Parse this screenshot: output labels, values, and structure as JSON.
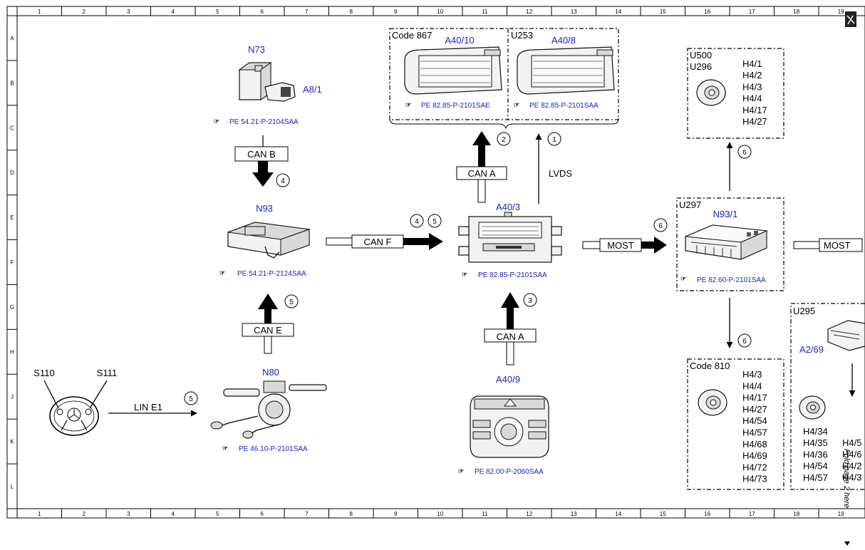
{
  "grid": {
    "columns": [
      "1",
      "2",
      "3",
      "4",
      "5",
      "6",
      "7",
      "8",
      "9",
      "10",
      "11",
      "12",
      "13",
      "14",
      "15",
      "16",
      "17",
      "18",
      "19"
    ],
    "rows": [
      "A",
      "B",
      "C",
      "D",
      "E",
      "F",
      "G",
      "H",
      "J",
      "K",
      "L"
    ]
  },
  "components": {
    "n73": {
      "code": "N73",
      "sub": "A8/1",
      "ref": "PE 54.21-P-2104SAA"
    },
    "n93": {
      "code": "N93",
      "ref": "PE 54.21-P-2124SAA"
    },
    "n80": {
      "code": "N80",
      "ref": "PE 46.10-P-2101SAA"
    },
    "wheel": {
      "left": "S110",
      "right": "S111"
    },
    "a40_10": {
      "code": "A40/10",
      "option": "Code 867",
      "ref": "PE 82.85-P-2101SAE"
    },
    "a40_8": {
      "code": "A40/8",
      "option": "U253",
      "ref": "PE 82.85-P-2101SAA"
    },
    "a40_3": {
      "code": "A40/3",
      "ref": "PE 82.85-P-2101SAA"
    },
    "a40_9": {
      "code": "A40/9",
      "ref": "PE 82.00-P-2060SAA"
    },
    "n93_1": {
      "code": "N93/1",
      "option": "U297",
      "ref": "PE 82.60-P-2101SAA"
    },
    "speakers_top": {
      "options": [
        "U500",
        "U296"
      ],
      "items": [
        "H4/1",
        "H4/2",
        "H4/3",
        "H4/4",
        "H4/17",
        "H4/27"
      ]
    },
    "speakers_bottom": {
      "option": "Code 810",
      "items": [
        "H4/3",
        "H4/4",
        "H4/17",
        "H4/27",
        "H4/54",
        "H4/57",
        "H4/68",
        "H4/69",
        "H4/72",
        "H4/73"
      ]
    },
    "a2_69": {
      "code": "A2/69",
      "option": "U295",
      "items_a": [
        "H4/34",
        "H4/35",
        "H4/36",
        "H4/54",
        "H4/57"
      ],
      "items_b": [
        "H4/5",
        "H4/6",
        "H4/2",
        "H4/3"
      ]
    }
  },
  "connections": {
    "can_b": "CAN B",
    "can_e": "CAN E",
    "can_f": "CAN F",
    "can_a_top": "CAN A",
    "can_a_bottom": "CAN A",
    "lin": "LIN E1",
    "lvds": "LVDS",
    "most_1": "MOST",
    "most_2": "MOST"
  },
  "markers": {
    "can_b": "4",
    "can_e": "5",
    "can_f": [
      "4",
      "5"
    ],
    "lin": "5",
    "can_a_top": "2",
    "lvds": "1",
    "can_a_bottom": "3",
    "most": "6",
    "up_top_box": "6",
    "down_bottom_box": "6"
  },
  "side_note": "Fold page 2 here"
}
